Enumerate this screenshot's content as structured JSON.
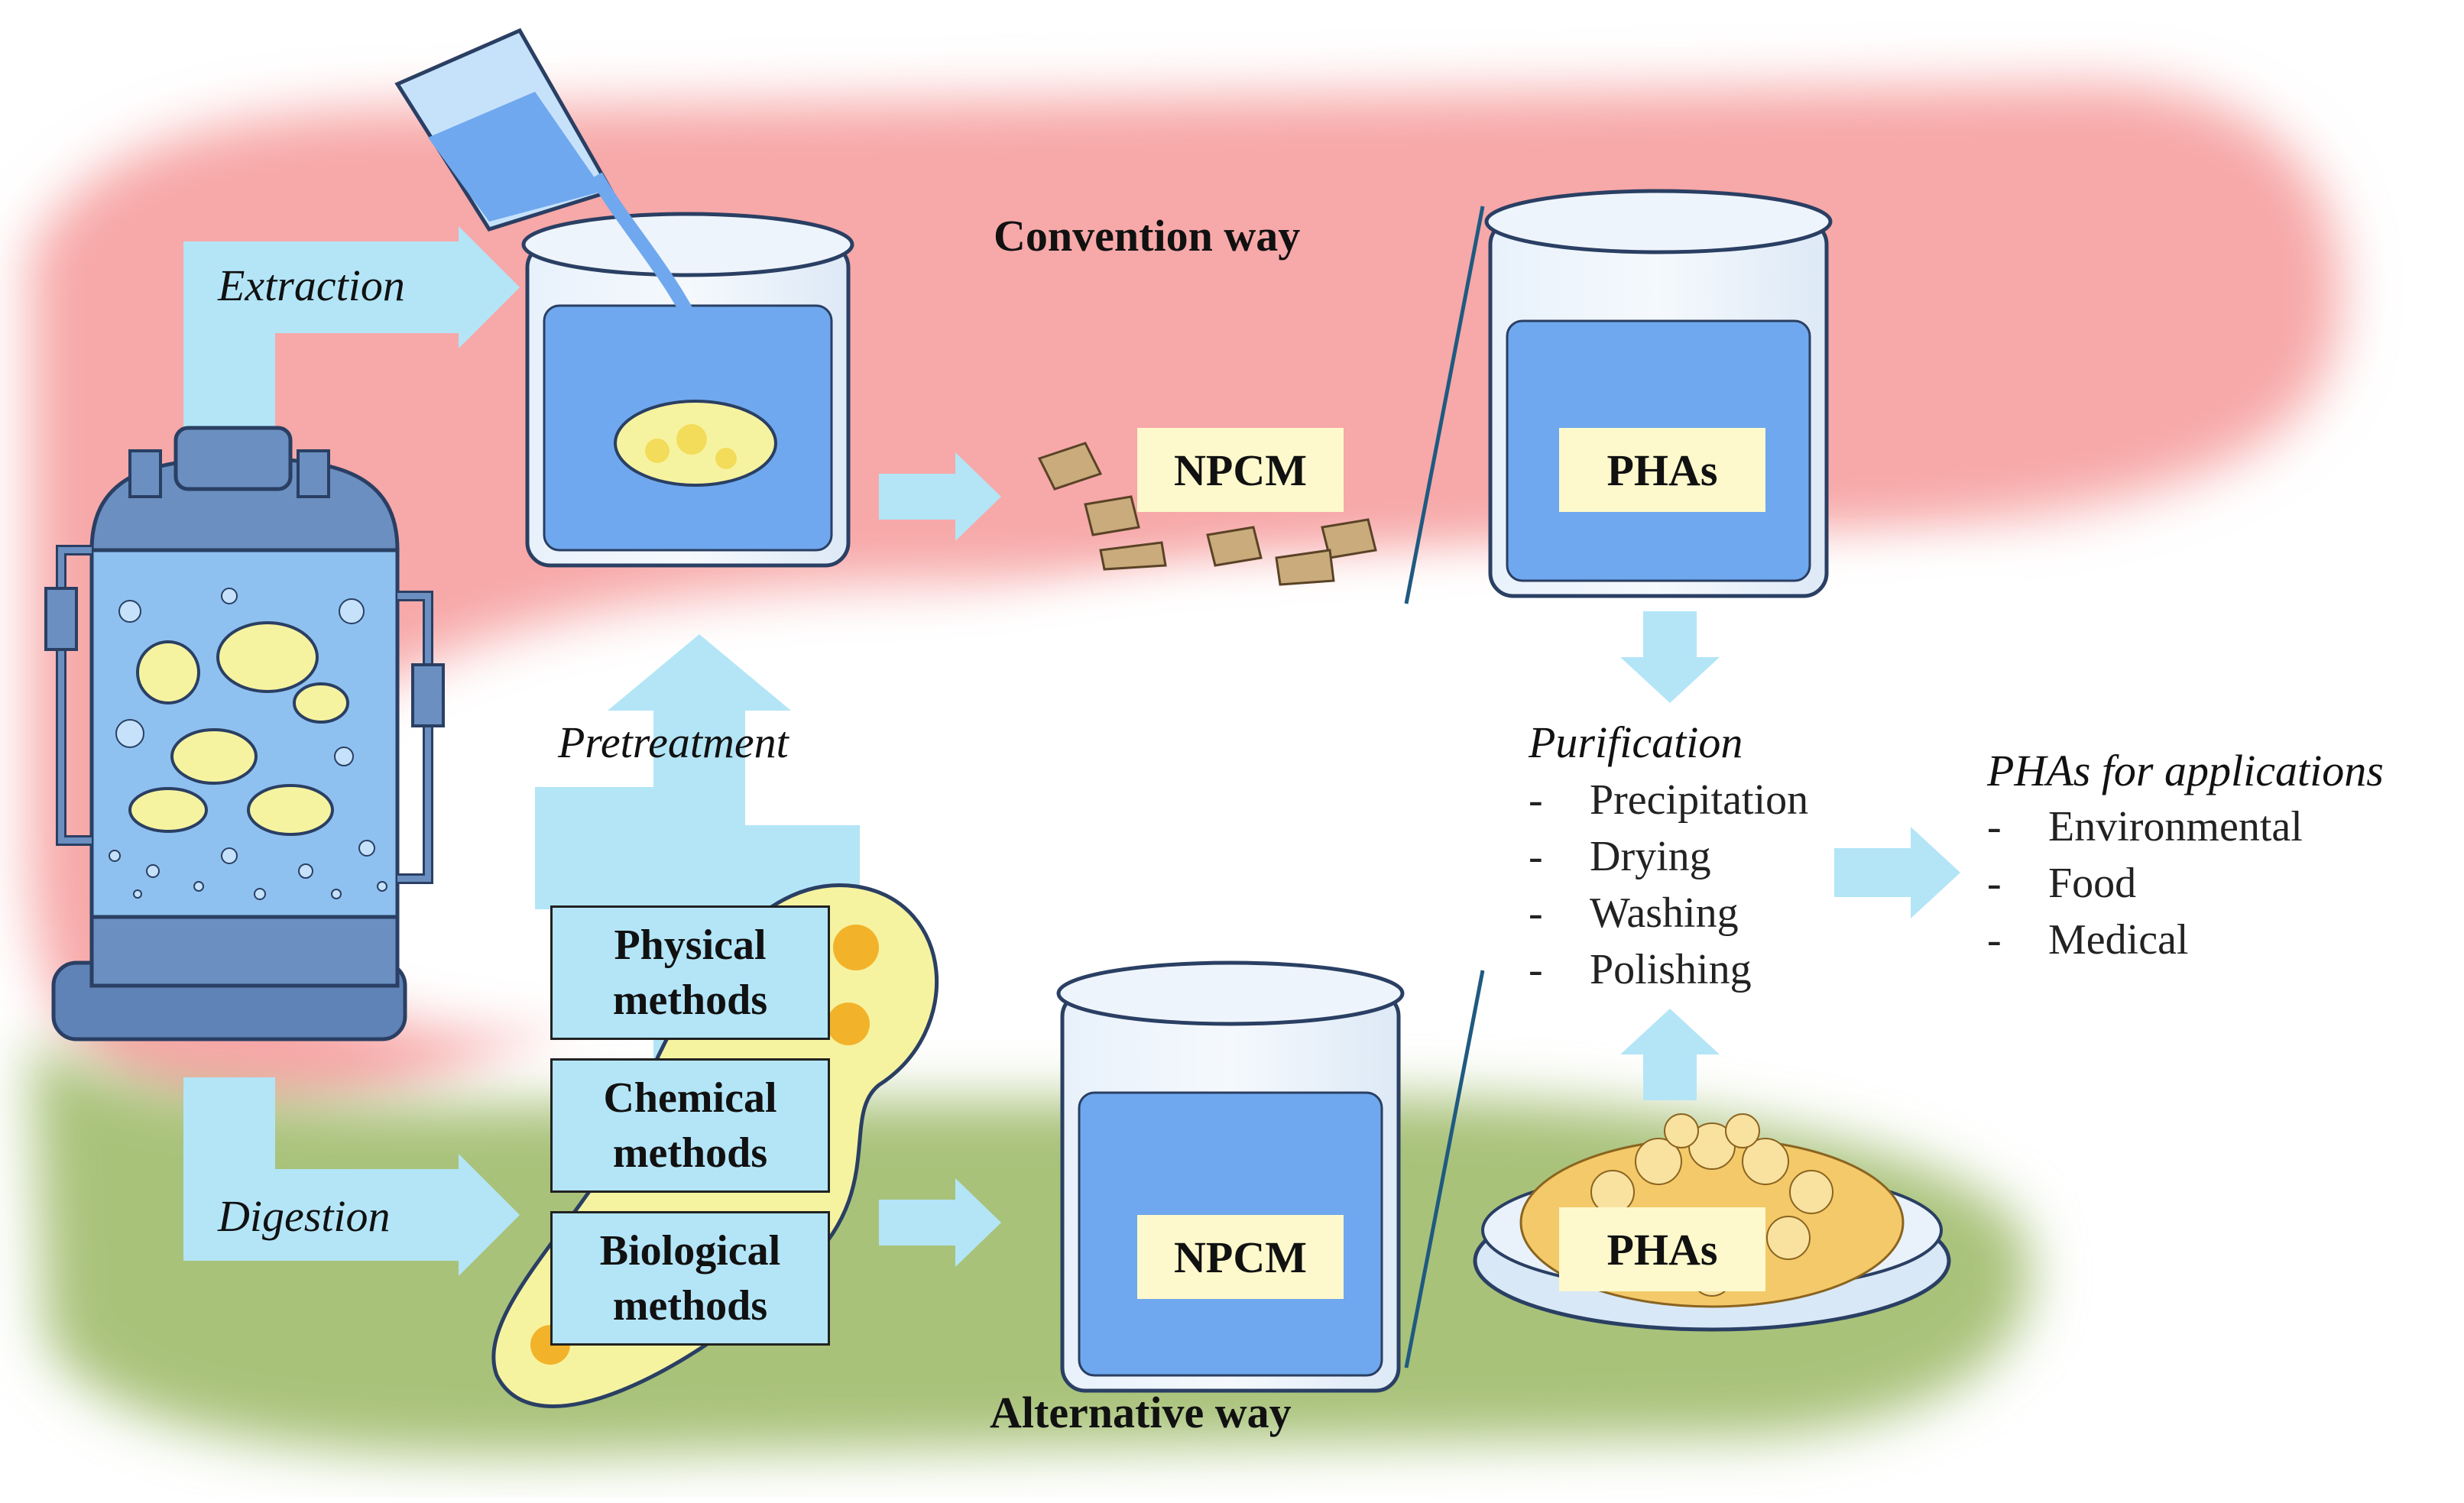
{
  "labels": {
    "extraction": "Extraction",
    "pretreatment": "Pretreatment",
    "digestion": "Digestion",
    "convention_way": "Convention way",
    "alternative_way": "Alternative way"
  },
  "methods": [
    {
      "line1": "Physical",
      "line2": "methods"
    },
    {
      "line1": "Chemical",
      "line2": "methods"
    },
    {
      "line1": "Biological",
      "line2": "methods"
    }
  ],
  "tags": {
    "npcm_top": "NPCM",
    "pha_top": "PHAs",
    "npcm_bottom": "NPCM",
    "pha_bottom": "PHAs"
  },
  "purification": {
    "title": "Purification",
    "items": [
      "Precipitation",
      "Drying",
      "Washing",
      "Polishing"
    ]
  },
  "applications": {
    "title": "PHAs for applications",
    "items": [
      "Environmental",
      "Food",
      "Medical"
    ]
  },
  "colors": {
    "conventional_region": "#f7a8a8",
    "alternative_region": "#a9c27a",
    "arrow": "#b3e5f7",
    "liquid": "#6fa8ee",
    "tag_bg": "#fdf9cc",
    "reactor": "#6a8fc0"
  }
}
